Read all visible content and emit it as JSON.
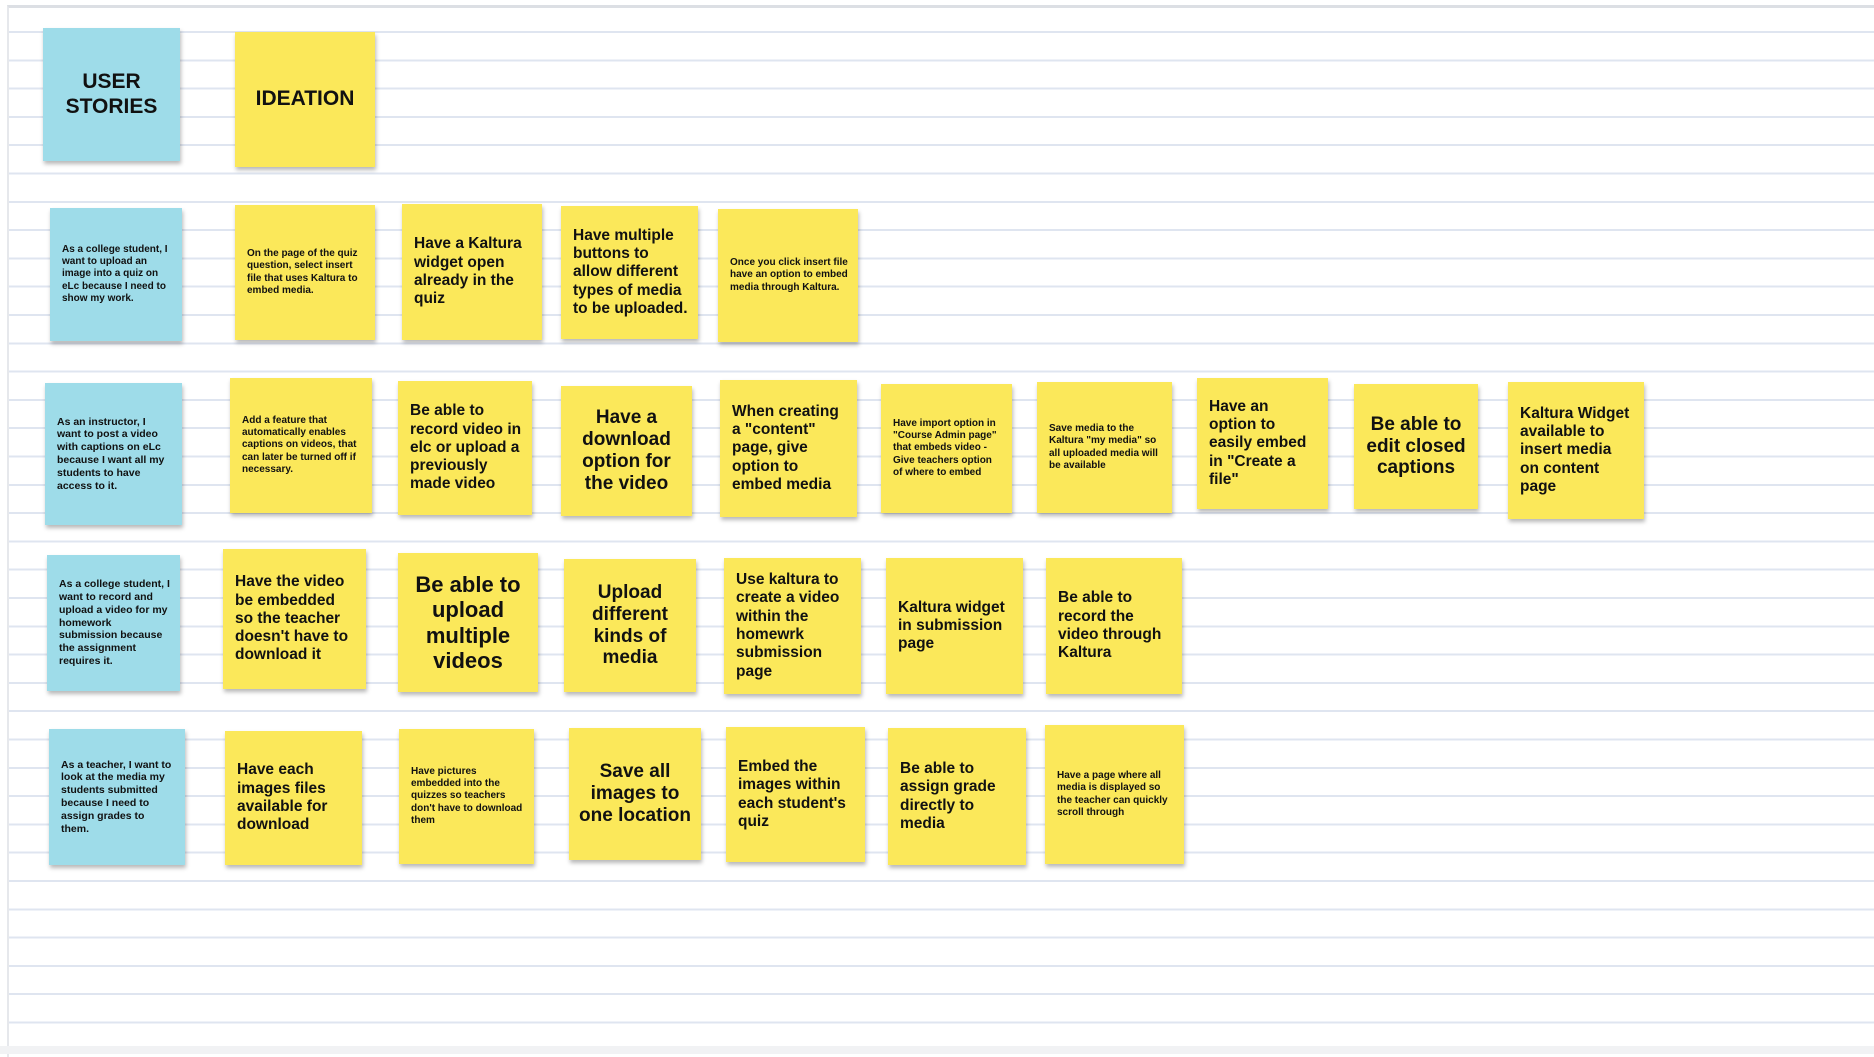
{
  "headers": {
    "user_stories": "USER STORIES",
    "ideation": "IDEATION"
  },
  "rows": [
    {
      "story": "As a college student, I want to upload an image into a quiz on eLc because I need to show my work.",
      "ideas": [
        "On the page of the quiz question, select insert file that uses Kaltura to embed media.",
        "Have a Kaltura widget open already in the quiz",
        "Have multiple buttons to allow different types of media to be uploaded.",
        "Once you click insert file have an option to embed media through Kaltura."
      ]
    },
    {
      "story": "As an instructor, I want to post a video with captions on eLc because I want all my students to have access to it.",
      "ideas": [
        "Add a feature that automatically enables captions on videos, that can later be turned off if necessary.",
        "Be able to record video in elc or upload a previously made video",
        "Have a download option for the video",
        "When creating a \"content\" page, give option to embed media",
        "Have import option in \"Course Admin page\" that embeds video - Give teachers option of where to embed",
        "Save media to the Kaltura \"my media\" so all uploaded media will be available",
        "Have an option to easily embed in \"Create a file\"",
        "Be able to edit closed captions",
        "Kaltura Widget available to insert media on content page"
      ]
    },
    {
      "story": "As a college student, I want to record and upload a video for my homework submission because the assignment requires it.",
      "ideas": [
        "Have the video be embedded so the teacher doesn't have to download it",
        "Be able to upload multiple videos",
        "Upload different kinds of media",
        "Use kaltura to create a video within the homewrk submission page",
        "Kaltura widget in submission page",
        "Be able to record the video through Kaltura"
      ]
    },
    {
      "story": "As a teacher, I want to look at the media my students submitted because I need to assign grades to them.",
      "ideas": [
        "Have each images files available for download",
        "Have pictures embedded into the quizzes so teachers don't have to download them",
        "Save all images to one location",
        "Embed the images within each student's quiz",
        "Be able to assign grade directly to media",
        "Have a page where all media is displayed so the teacher can quickly scroll through"
      ]
    }
  ],
  "colors": {
    "story_note": "#9edce9",
    "idea_note": "#fbe85a",
    "ruled_line": "#dfe5f0"
  }
}
